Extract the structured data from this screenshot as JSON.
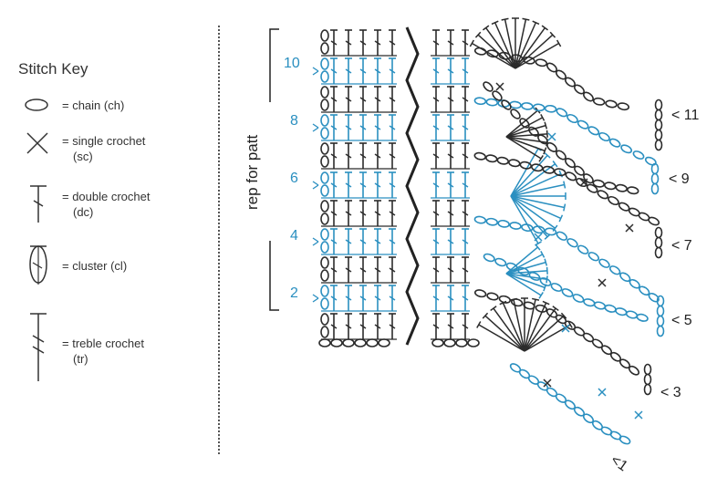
{
  "stitch_key": {
    "title": "Stitch Key",
    "items": [
      {
        "symbol": "chain-icon",
        "label": "= chain (ch)",
        "abbr": ""
      },
      {
        "symbol": "single-crochet-icon",
        "label": "= single crochet",
        "abbr": "(sc)"
      },
      {
        "symbol": "double-crochet-icon",
        "label": "= double crochet",
        "abbr": "(dc)"
      },
      {
        "symbol": "cluster-icon",
        "label": "= cluster (cl)",
        "abbr": ""
      },
      {
        "symbol": "treble-crochet-icon",
        "label": "= treble crochet",
        "abbr": "(tr)"
      }
    ]
  },
  "chart": {
    "rep_label": "rep for patt",
    "left_row_labels": [
      "10",
      "8",
      "6",
      "4",
      "2"
    ],
    "right_row_labels": [
      "< 11",
      "< 9",
      "< 7",
      "< 5",
      "< 3",
      "<1"
    ],
    "colors": {
      "odd_rows": "#2b2b2b",
      "even_rows": "#2a8fc0"
    }
  }
}
